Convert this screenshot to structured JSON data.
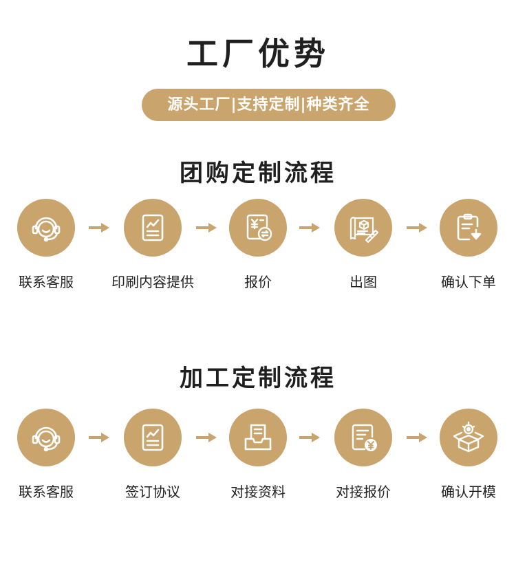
{
  "header": {
    "title": "工厂优势",
    "tagline": "源头工厂|支持定制|种类齐全"
  },
  "colors": {
    "accent": "#c9a46c",
    "text": "#222222",
    "background": "#ffffff"
  },
  "group_flow": {
    "title": "团购定制流程",
    "steps": [
      {
        "label": "联系客服",
        "icon": "headset-icon"
      },
      {
        "label": "印刷内容提供",
        "icon": "document-chart-icon"
      },
      {
        "label": "报价",
        "icon": "price-calculator-icon"
      },
      {
        "label": "出图",
        "icon": "design-drawing-icon"
      },
      {
        "label": "确认下单",
        "icon": "clipboard-download-icon"
      }
    ]
  },
  "custom_flow": {
    "title": "加工定制流程",
    "steps": [
      {
        "label": "联系客服",
        "icon": "headset-icon"
      },
      {
        "label": "签订协议",
        "icon": "document-chart-icon"
      },
      {
        "label": "对接资料",
        "icon": "file-tray-icon"
      },
      {
        "label": "对接报价",
        "icon": "invoice-yen-icon"
      },
      {
        "label": "确认开模",
        "icon": "open-box-gear-icon"
      }
    ]
  }
}
